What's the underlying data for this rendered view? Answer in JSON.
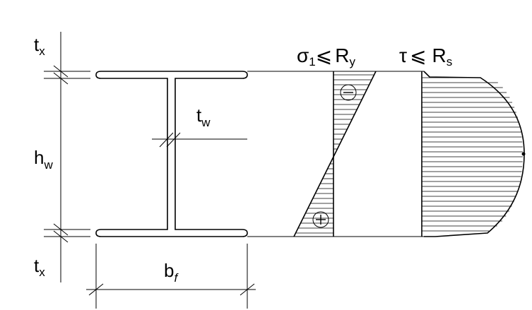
{
  "labels": {
    "t_top": {
      "main": "t",
      "sub": "x"
    },
    "t_bottom": {
      "main": "t",
      "sub": "x"
    },
    "h": {
      "main": "h",
      "sub": "w"
    },
    "t_web": {
      "main": "t",
      "sub": "w"
    },
    "b": {
      "main": "b",
      "sub": "f"
    },
    "sigma": {
      "main": "σ",
      "sub": "1",
      "rel": "⩽",
      "rhs": "R",
      "rhs_sub": "y"
    },
    "tau": {
      "main": "τ",
      "rel": "⩽",
      "rhs": "R",
      "rhs_sub": "s"
    },
    "minus_sign": "−",
    "plus_sign": "+"
  }
}
